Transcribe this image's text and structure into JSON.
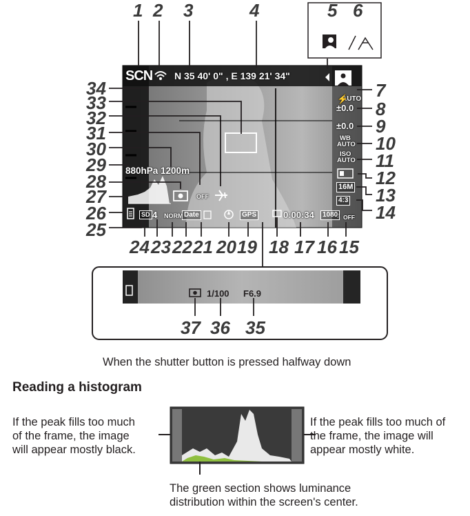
{
  "callouts": [
    "1",
    "2",
    "3",
    "4",
    "5",
    "6",
    "7",
    "8",
    "9",
    "10",
    "11",
    "12",
    "13",
    "14",
    "15",
    "16",
    "17",
    "18",
    "19",
    "20",
    "21",
    "22",
    "23",
    "24",
    "25",
    "26",
    "27",
    "28",
    "29",
    "30",
    "31",
    "32",
    "33",
    "34",
    "35",
    "36",
    "37"
  ],
  "screen": {
    "mode": "SCN",
    "gps_coords": "N 35  40' 0\" , E 139  21' 34\"",
    "flash": "AUTO",
    "flash_comp": "±0.0",
    "exposure_comp": "±0.0",
    "wb_top": "WB",
    "wb_bottom": "AUTO",
    "iso_top": "ISO",
    "iso_bottom": "AUTO",
    "image_size": "16M",
    "aspect": "4:3",
    "sound": "OFF",
    "movie_size": "1080",
    "record_time": "0:00:34",
    "gps_label": "GPS",
    "date_label": "Date",
    "compression": "NORM",
    "shots_remaining": "4",
    "sd_label": "SD",
    "altitude": "880hPa 1200m",
    "ois_off": "OFF"
  },
  "half_press": {
    "shutter": "1/100",
    "aperture": "F6.9"
  },
  "caption_halfway": "When the shutter button is pressed halfway down",
  "histogram": {
    "heading": "Reading a histogram",
    "left_text": [
      "If the peak fills too much",
      "of the frame, the image",
      "will appear mostly black."
    ],
    "right_text": [
      "If the peak fills too much of",
      "the frame, the image will",
      "appear mostly white."
    ],
    "bottom_text": [
      "The green section shows luminance",
      "distribution within the screen's center."
    ]
  },
  "colors": {
    "screen_bg": "#8d8d8d",
    "ink": "#231f20",
    "green": "#8fbf3f"
  }
}
